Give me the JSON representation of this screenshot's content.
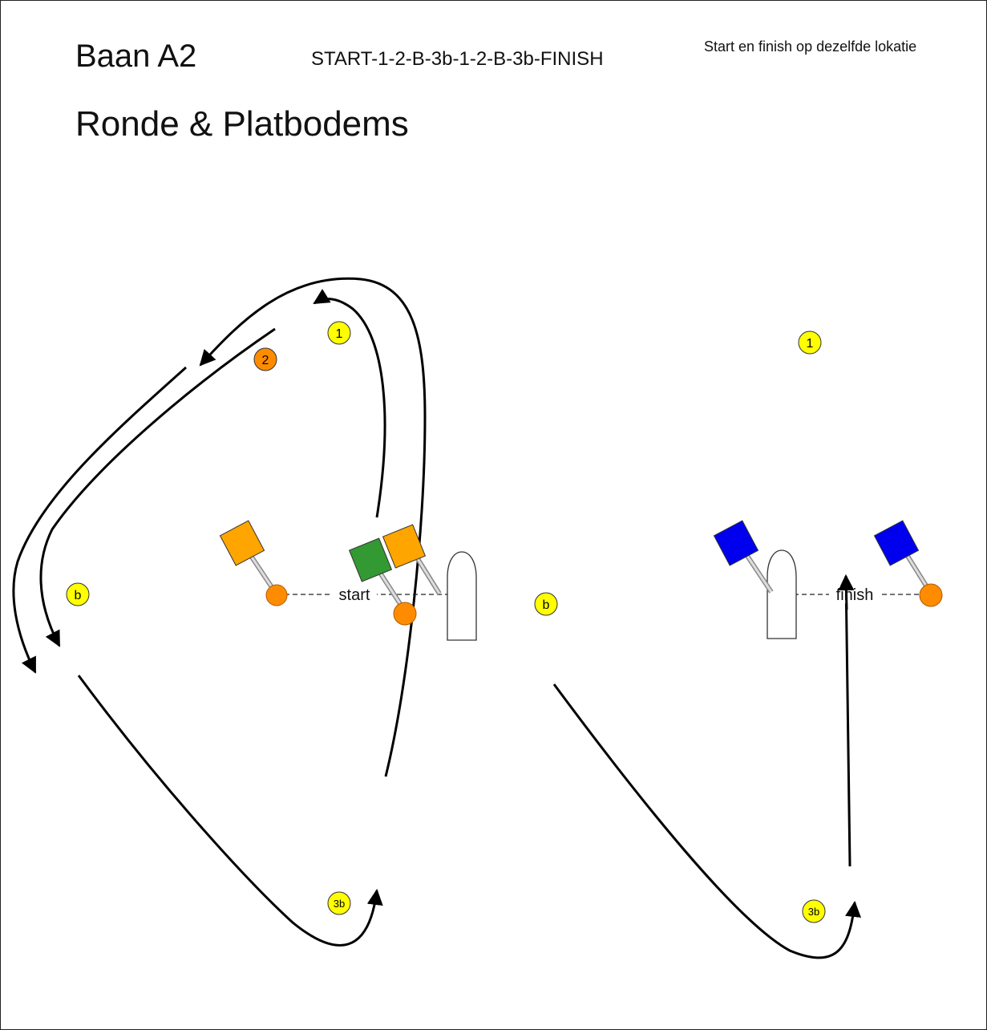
{
  "header": {
    "title": "Baan A2",
    "sequence": "START-1-2-B-3b-1-2-B-3b-FINISH",
    "note": "Start en finish op dezelfde lokatie",
    "subtitle": "Ronde & Platbodems"
  },
  "marks": {
    "left_1": "1",
    "left_2": "2",
    "left_b": "b",
    "left_3b": "3b",
    "right_1": "1",
    "right_b": "b",
    "right_3b": "3b"
  },
  "lines": {
    "start_label": "start",
    "finish_label": "finish"
  },
  "colors": {
    "yellow_mark": "#ffff00",
    "orange_mark": "#ff8c00",
    "orange_flag": "#ffa500",
    "green_flag": "#339933",
    "blue_flag": "#0000ee",
    "boat": "#ffffff",
    "course_line": "#000000"
  }
}
